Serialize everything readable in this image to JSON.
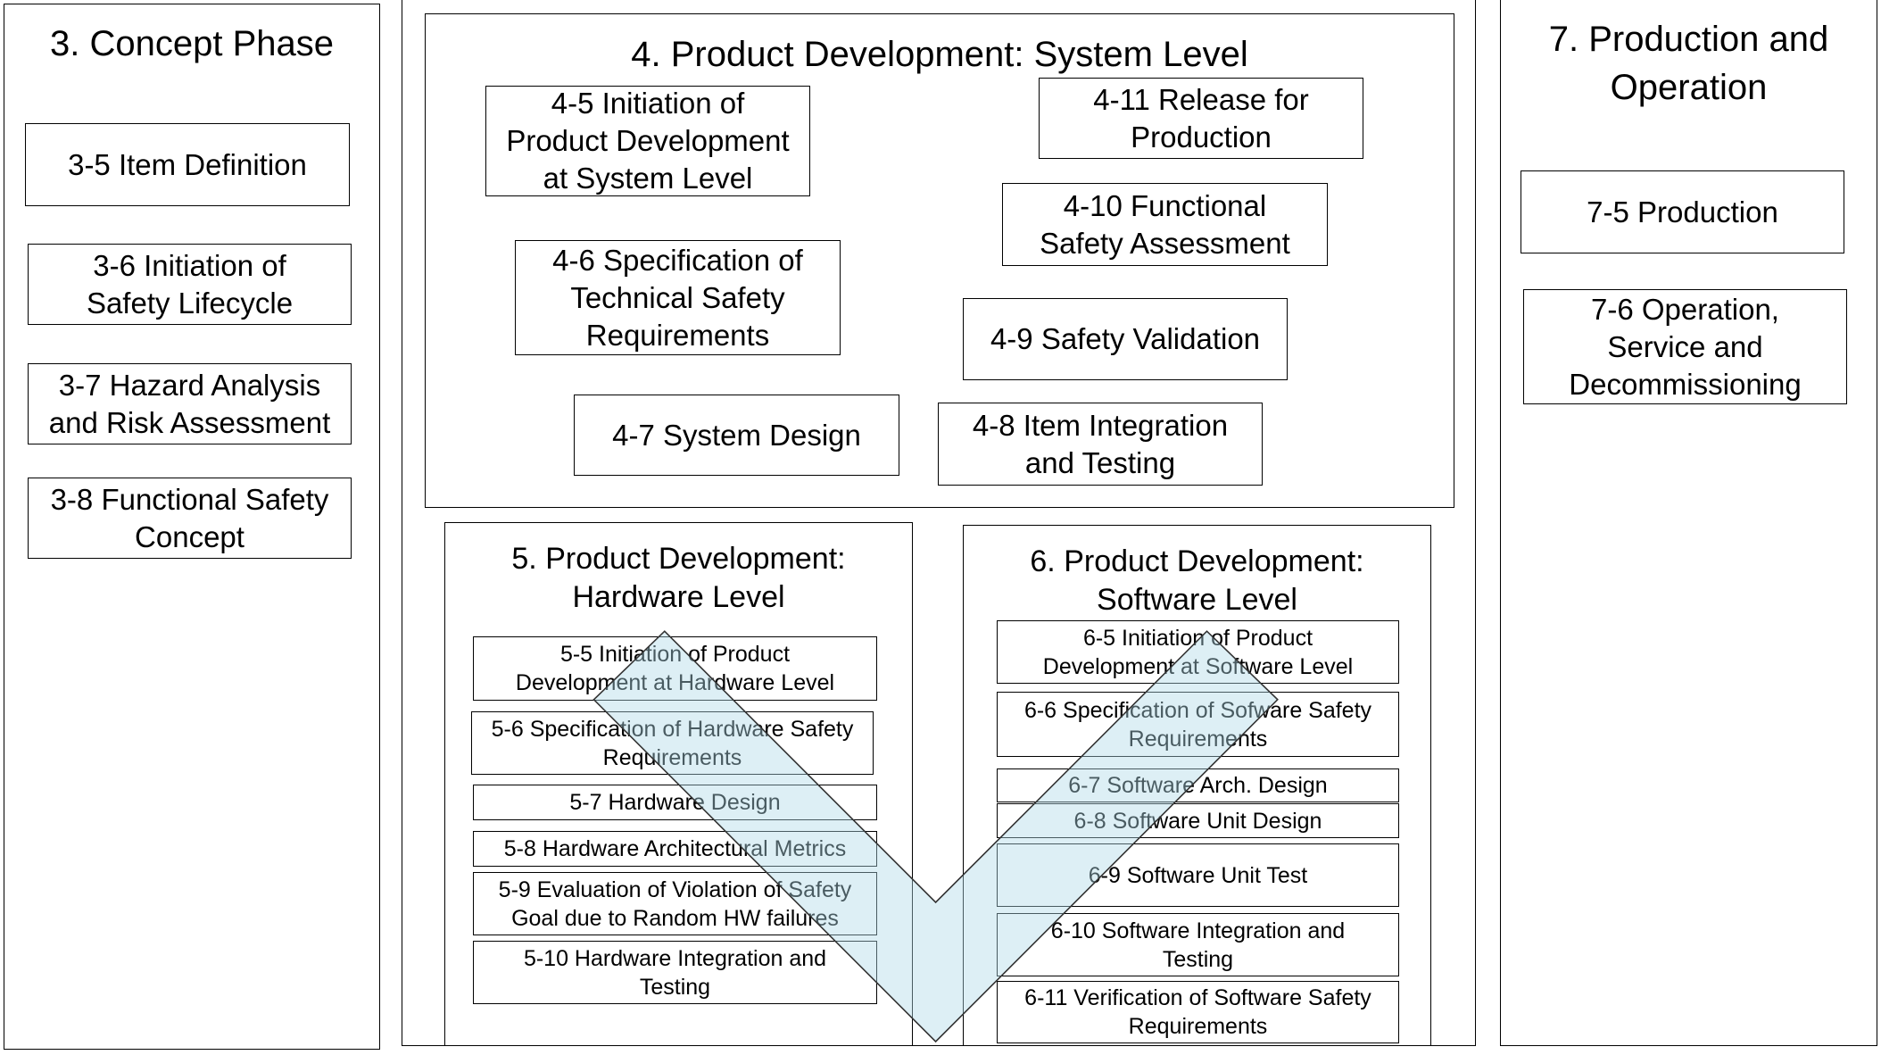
{
  "concept_phase": {
    "title": "3. Concept Phase",
    "steps": [
      {
        "label": "3-5 Item Definition"
      },
      {
        "label": "3-6 Initiation of\nSafety Lifecycle"
      },
      {
        "label": "3-7 Hazard Analysis\nand Risk Assessment"
      },
      {
        "label": "3-8 Functional Safety\nConcept"
      }
    ]
  },
  "system_level": {
    "title": "4. Product Development: System Level",
    "steps": [
      {
        "label": "4-5 Initiation of\nProduct Development\nat System Level"
      },
      {
        "label": "4-6 Specification of\nTechnical Safety\nRequirements"
      },
      {
        "label": "4-7 System Design"
      },
      {
        "label": "4-8 Item Integration\nand Testing"
      },
      {
        "label": "4-9 Safety Validation"
      },
      {
        "label": "4-10 Functional\nSafety Assessment"
      },
      {
        "label": "4-11 Release for\nProduction"
      }
    ]
  },
  "hardware_level": {
    "title": "5. Product Development:\nHardware Level",
    "steps": [
      {
        "label": "5-5 Initiation of Product\nDevelopment at Hardware Level"
      },
      {
        "label": "5-6 Specification of Hardware Safety\nRequirements"
      },
      {
        "label": "5-7 Hardware Design"
      },
      {
        "label": "5-8 Hardware Architectural Metrics"
      },
      {
        "label": "5-9 Evaluation of Violation of Safety\nGoal due to Random HW failures"
      },
      {
        "label": "5-10 Hardware Integration and\nTesting"
      }
    ]
  },
  "software_level": {
    "title": "6. Product Development:\nSoftware Level",
    "steps": [
      {
        "label": "6-5 Initiation of Product\nDevelopment at Software Level"
      },
      {
        "label": "6-6 Specification of Sofware Safety\nRequirements"
      },
      {
        "label": "6-7 Software Arch. Design"
      },
      {
        "label": "6-8 Software Unit Design"
      },
      {
        "label": "6-9 Software Unit Test"
      },
      {
        "label": "6-10 Software Integration and\nTesting"
      },
      {
        "label": "6-11 Verification of Software Safety\nRequirements"
      }
    ]
  },
  "production_operation": {
    "title": "7. Production and\nOperation",
    "steps": [
      {
        "label": "7-5 Production"
      },
      {
        "label": "7-6 Operation,\nService and\nDecommissioning"
      }
    ]
  },
  "colors": {
    "v_model_fill": "#add8e6",
    "v_model_stroke": "#333333",
    "border": "#000000"
  }
}
